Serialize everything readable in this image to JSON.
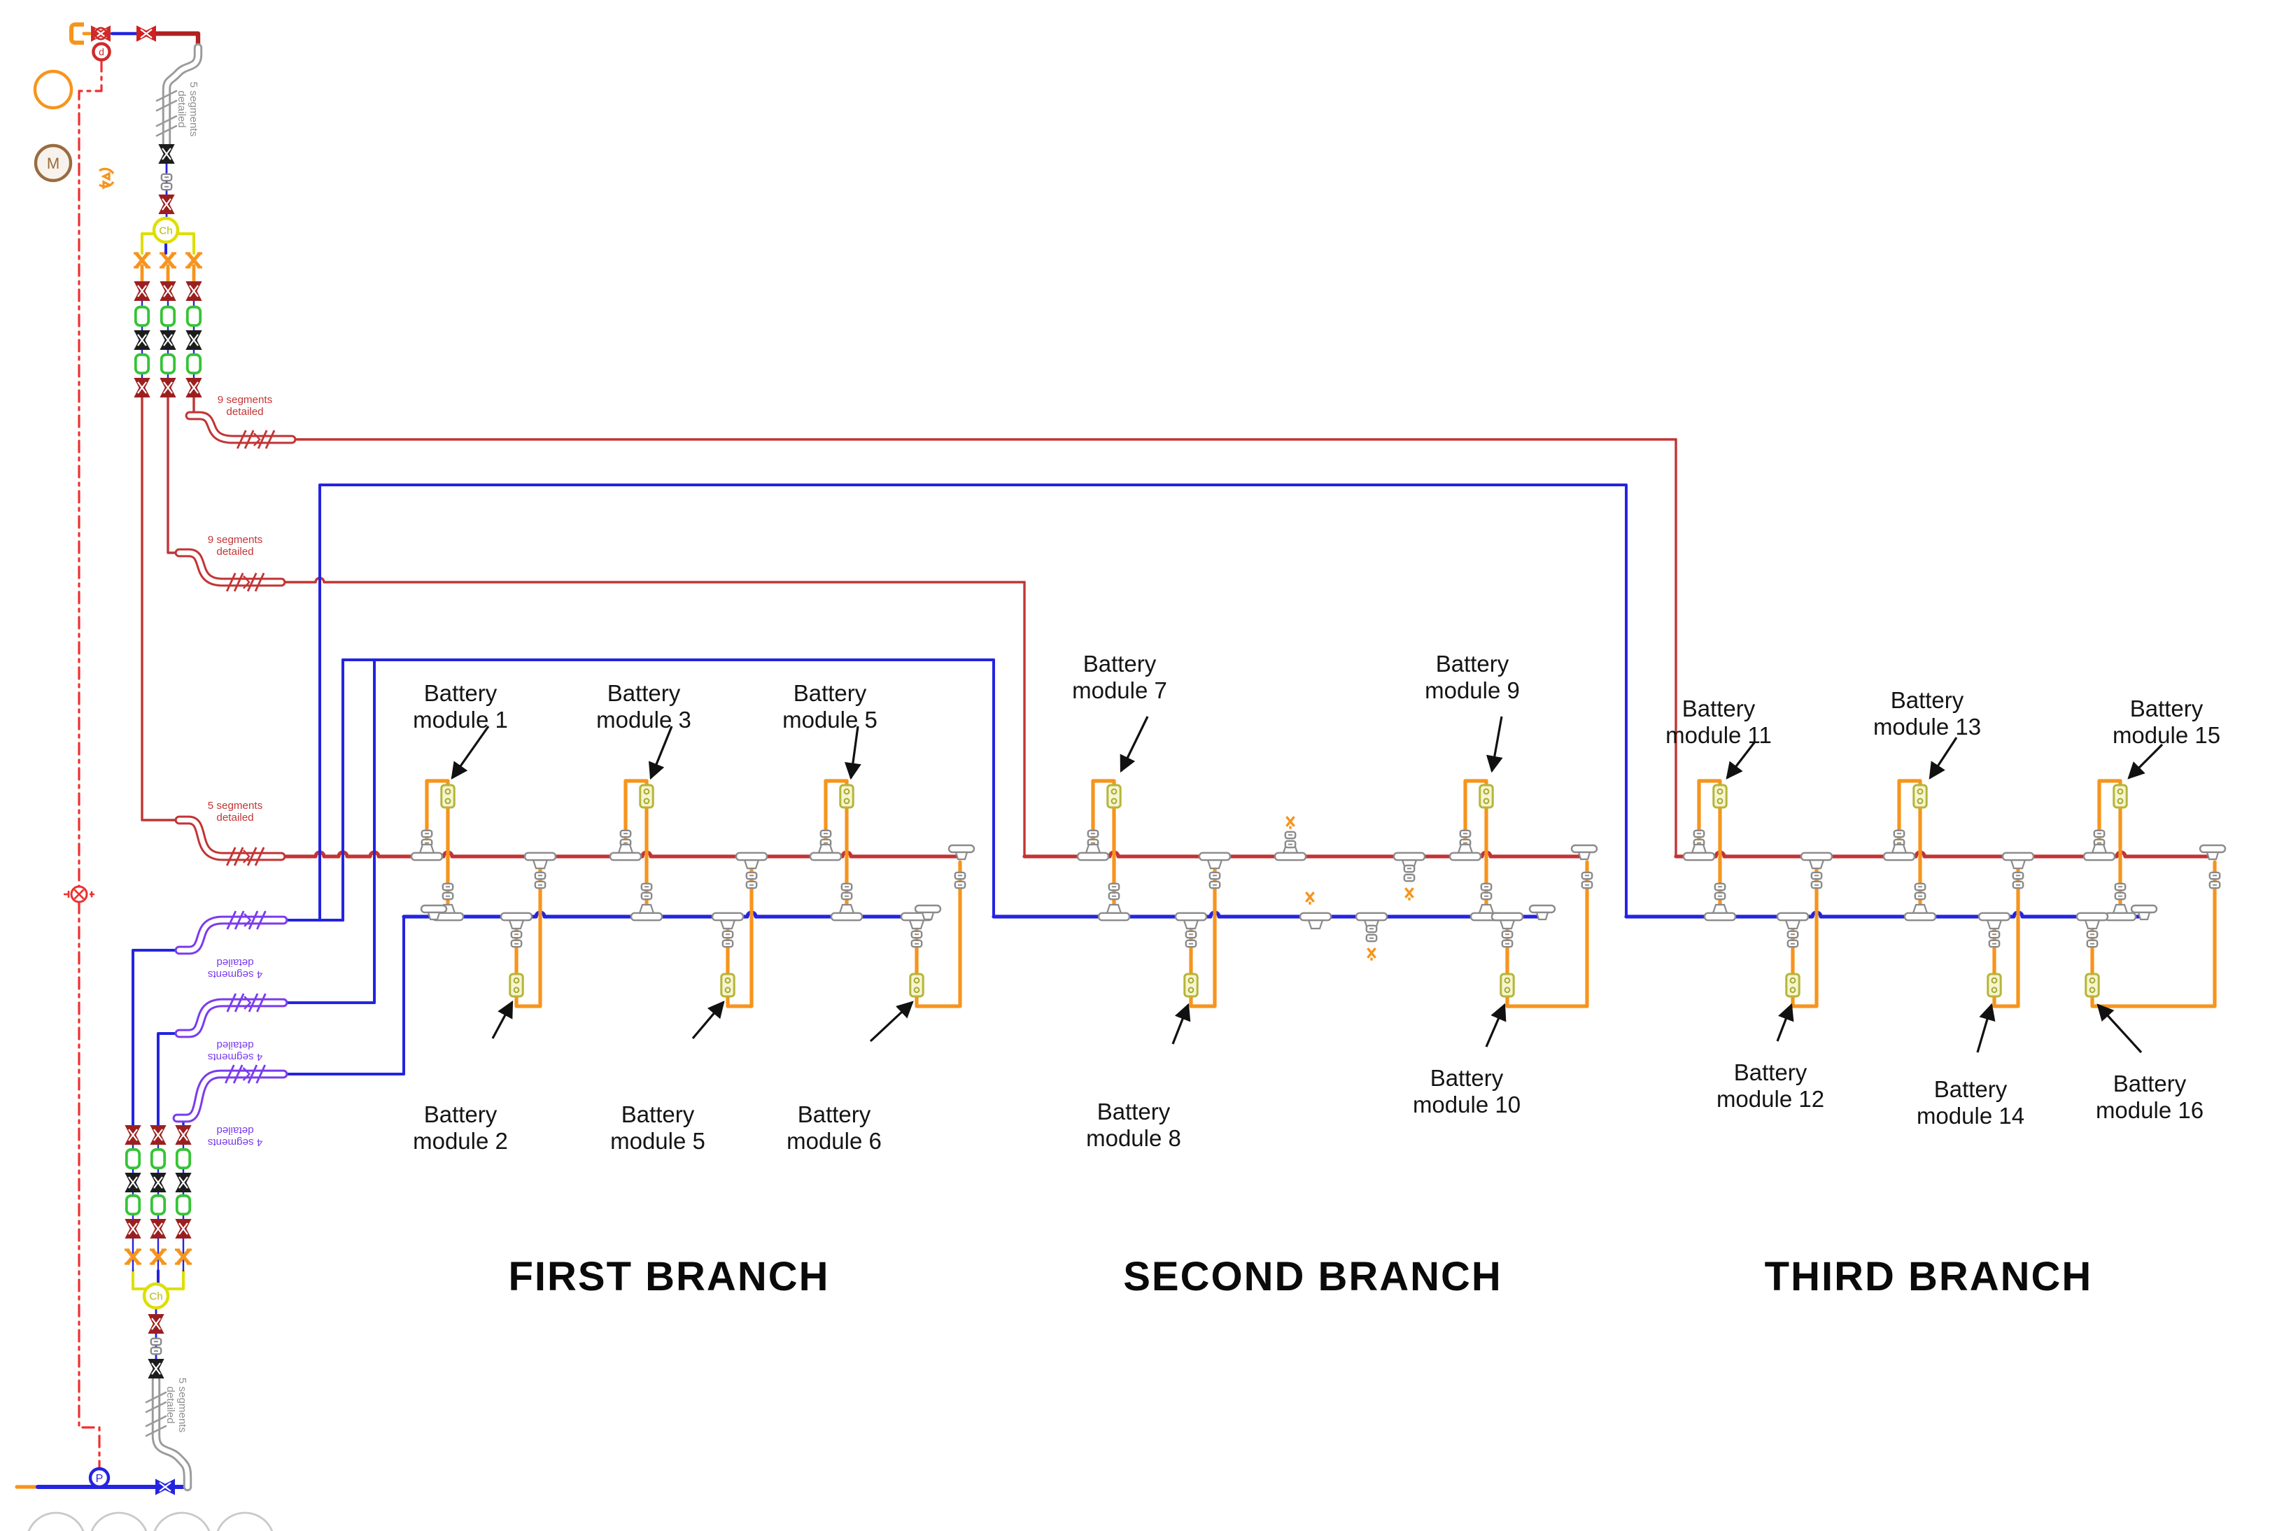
{
  "branches": [
    {
      "title": "FIRST BRANCH"
    },
    {
      "title": "SECOND BRANCH"
    },
    {
      "title": "THIRD BRANCH"
    }
  ],
  "modules": [
    {
      "line1": "Battery",
      "line2": "module 1"
    },
    {
      "line1": "Battery",
      "line2": "module 3"
    },
    {
      "line1": "Battery",
      "line2": "module 5"
    },
    {
      "line1": "Battery",
      "line2": "module 2"
    },
    {
      "line1": "Battery",
      "line2": "module 5"
    },
    {
      "line1": "Battery",
      "line2": "module 6"
    },
    {
      "line1": "Battery",
      "line2": "module 7"
    },
    {
      "line1": "Battery",
      "line2": "module 9"
    },
    {
      "line1": "Battery",
      "line2": "module 8"
    },
    {
      "line1": "Battery",
      "line2": "module 10"
    },
    {
      "line1": "Battery",
      "line2": "module 11"
    },
    {
      "line1": "Battery",
      "line2": "module 13"
    },
    {
      "line1": "Battery",
      "line2": "module 15"
    },
    {
      "line1": "Battery",
      "line2": "module 12"
    },
    {
      "line1": "Battery",
      "line2": "module 14"
    },
    {
      "line1": "Battery",
      "line2": "module 16"
    }
  ],
  "hoses": {
    "red_top": {
      "line1": "9 segments",
      "line2": "detailed"
    },
    "red_mid": {
      "line1": "9 segments",
      "line2": "detailed"
    },
    "red_low": {
      "line1": "5 segments",
      "line2": "detailed"
    },
    "purple": {
      "line1": "4 segments",
      "line2": "detailed"
    },
    "gray_top": {
      "line1": "5 segments",
      "line2": "detailed"
    },
    "gray_bottom": {
      "line1": "5 segments",
      "line2": "detailed"
    }
  },
  "letters": {
    "sensor_d": "d",
    "motor_m": "M",
    "pump_p": "P",
    "chiller_top": "Ch",
    "chiller_bottom": "Ch"
  },
  "colors": {
    "supply_line": "#c23434",
    "supply_dark": "#b02222",
    "return_line": "#2424e0",
    "coolant_loop": "#f7941d",
    "hose_purple": "#7a3bee",
    "signal_red": "#ee3030",
    "chiller_yellow": "#dede00",
    "pipe_green": "#35c435",
    "cell_fill": "#f5f5cf",
    "cell_stroke": "#b5b53a",
    "gray_fitting": "#8a8a8a",
    "dark_valve": "#9c1f1f"
  }
}
